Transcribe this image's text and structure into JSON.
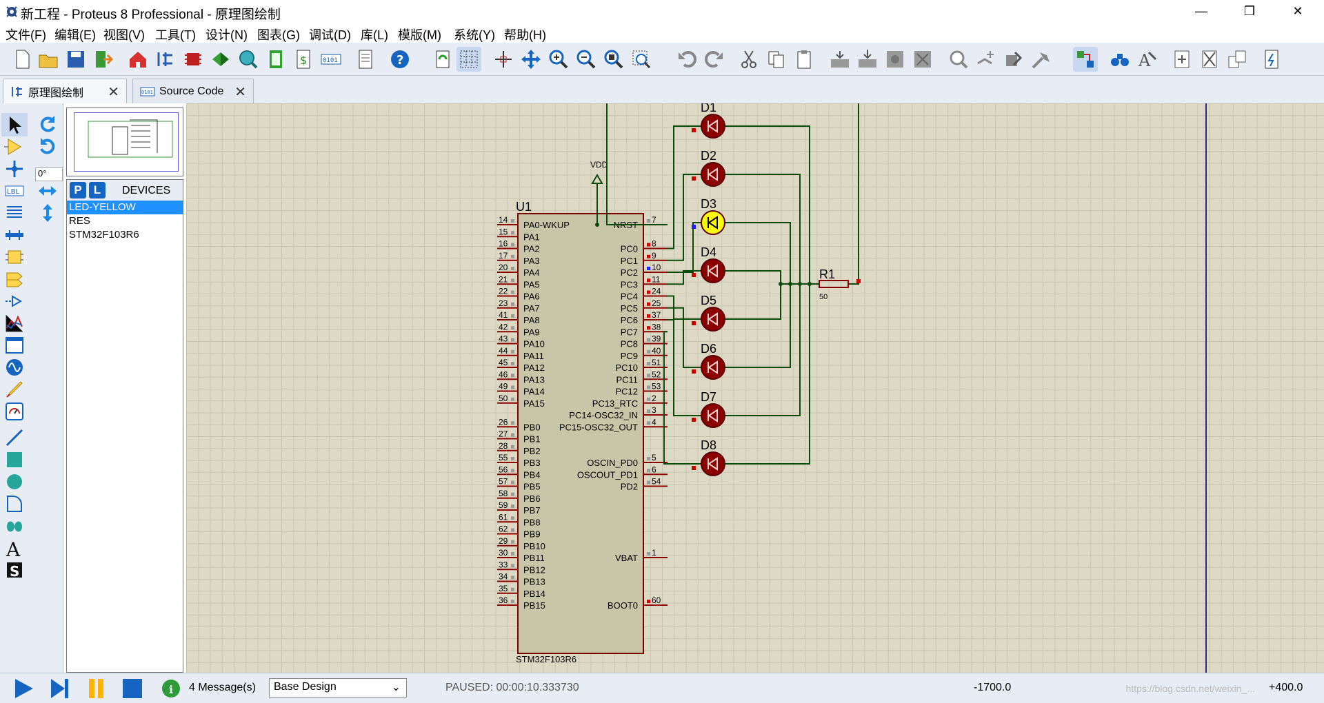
{
  "title": "新工程 - Proteus 8 Professional - 原理图绘制",
  "window_controls": {
    "minimize": "—",
    "maximize": "❐",
    "close": "✕"
  },
  "menu": [
    "文件(F)",
    "编辑(E)",
    "视图(V)",
    "工具(T)",
    "设计(N)",
    "图表(G)",
    "调试(D)",
    "库(L)",
    "模版(M)",
    "系统(Y)",
    "帮助(H)"
  ],
  "tabs": [
    {
      "label": "原理图绘制",
      "close": "✕"
    },
    {
      "label": "Source Code",
      "close": "✕"
    }
  ],
  "rotation": "0°",
  "devices": {
    "header": "DEVICES",
    "p": "P",
    "l": "L",
    "items": [
      "LED-YELLOW",
      "RES",
      "STM32F103R6"
    ],
    "selected": 0
  },
  "schematic": {
    "chip_ref": "U1",
    "chip_name": "STM32F103R6",
    "vdd": "VDD",
    "res_ref": "R1",
    "res_val": "50",
    "left_pins": [
      [
        "14",
        "PA0-WKUP"
      ],
      [
        "15",
        "PA1"
      ],
      [
        "16",
        "PA2"
      ],
      [
        "17",
        "PA3"
      ],
      [
        "20",
        "PA4"
      ],
      [
        "21",
        "PA5"
      ],
      [
        "22",
        "PA6"
      ],
      [
        "23",
        "PA7"
      ],
      [
        "41",
        "PA8"
      ],
      [
        "42",
        "PA9"
      ],
      [
        "43",
        "PA10"
      ],
      [
        "44",
        "PA11"
      ],
      [
        "45",
        "PA12"
      ],
      [
        "46",
        "PA13"
      ],
      [
        "49",
        "PA14"
      ],
      [
        "50",
        "PA15"
      ],
      [
        "",
        ""
      ],
      [
        "26",
        "PB0"
      ],
      [
        "27",
        "PB1"
      ],
      [
        "28",
        "PB2"
      ],
      [
        "55",
        "PB3"
      ],
      [
        "56",
        "PB4"
      ],
      [
        "57",
        "PB5"
      ],
      [
        "58",
        "PB6"
      ],
      [
        "59",
        "PB7"
      ],
      [
        "61",
        "PB8"
      ],
      [
        "62",
        "PB9"
      ],
      [
        "29",
        "PB10"
      ],
      [
        "30",
        "PB11"
      ],
      [
        "33",
        "PB12"
      ],
      [
        "34",
        "PB13"
      ],
      [
        "35",
        "PB14"
      ],
      [
        "36",
        "PB15"
      ]
    ],
    "right_pins": [
      [
        "7",
        "NRST"
      ],
      [
        "",
        ""
      ],
      [
        "8",
        "PC0"
      ],
      [
        "9",
        "PC1"
      ],
      [
        "10",
        "PC2"
      ],
      [
        "11",
        "PC3"
      ],
      [
        "24",
        "PC4"
      ],
      [
        "25",
        "PC5"
      ],
      [
        "37",
        "PC6"
      ],
      [
        "38",
        "PC7"
      ],
      [
        "39",
        "PC8"
      ],
      [
        "40",
        "PC9"
      ],
      [
        "51",
        "PC10"
      ],
      [
        "52",
        "PC11"
      ],
      [
        "53",
        "PC12"
      ],
      [
        "2",
        "PC13_RTC"
      ],
      [
        "3",
        "PC14-OSC32_IN"
      ],
      [
        "4",
        "PC15-OSC32_OUT"
      ],
      [
        "",
        ""
      ],
      [
        "",
        ""
      ],
      [
        "5",
        "OSCIN_PD0"
      ],
      [
        "6",
        "OSCOUT_PD1"
      ],
      [
        "54",
        "PD2"
      ],
      [
        "",
        ""
      ],
      [
        "",
        ""
      ],
      [
        "",
        ""
      ],
      [
        "",
        ""
      ],
      [
        "",
        ""
      ],
      [
        "1",
        "VBAT"
      ],
      [
        "",
        ""
      ],
      [
        "",
        ""
      ],
      [
        "",
        ""
      ],
      [
        "60",
        "BOOT0"
      ]
    ],
    "leds": [
      {
        "ref": "D1",
        "on": false
      },
      {
        "ref": "D2",
        "on": false
      },
      {
        "ref": "D3",
        "on": true
      },
      {
        "ref": "D4",
        "on": false
      },
      {
        "ref": "D5",
        "on": false
      },
      {
        "ref": "D6",
        "on": false
      },
      {
        "ref": "D7",
        "on": false
      },
      {
        "ref": "D8",
        "on": false
      }
    ]
  },
  "status": {
    "messages": "4 Message(s)",
    "design": "Base Design",
    "state": "PAUSED: 00:00:10.333730",
    "x": "-1700.0",
    "y": "+400.0",
    "watermark": "https://blog.csdn.net/weixin_..."
  },
  "colors": {
    "wire": "#0b4a0b",
    "pin": "#8b0000",
    "chip": "#c8c6a8",
    "led_off": "#8b0000",
    "led_on": "#ffff00"
  }
}
